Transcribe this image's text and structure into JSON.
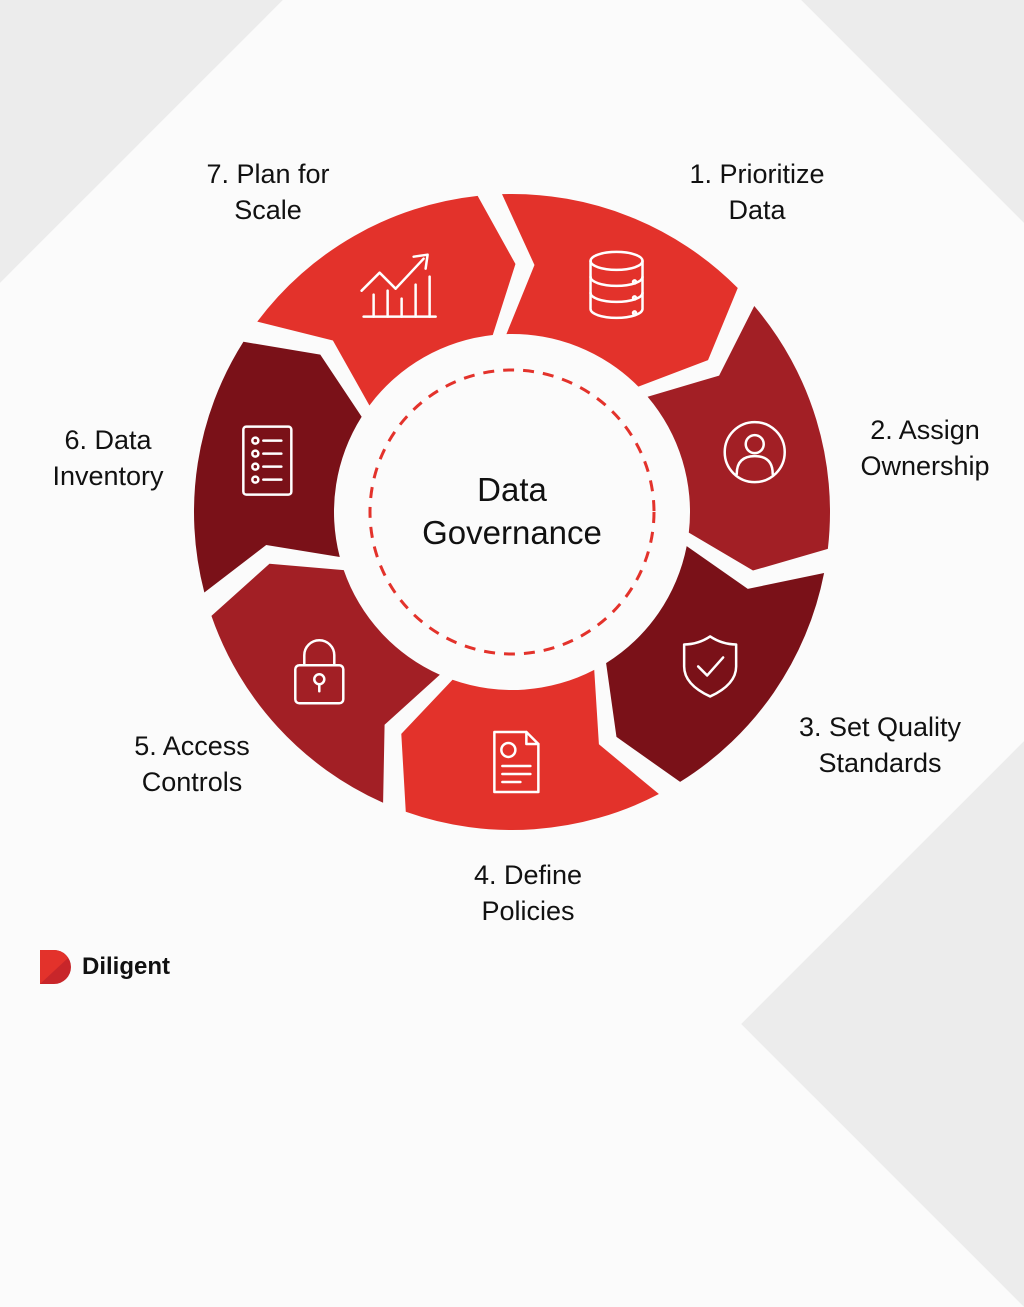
{
  "title": "Data Governance",
  "colors": {
    "bright": "#e3322b",
    "medium": "#a21f25",
    "dark": "#7a1118",
    "dashed": "#e3322b"
  },
  "steps": [
    {
      "label": "1. Prioritize Data",
      "line1": "1. Prioritize",
      "line2": "Data",
      "icon": "database-icon",
      "color": "bright"
    },
    {
      "label": "2. Assign Ownership",
      "line1": "2. Assign",
      "line2": "Ownership",
      "icon": "user-circle-icon",
      "color": "medium"
    },
    {
      "label": "3. Set Quality Standards",
      "line1": "3. Set Quality",
      "line2": "Standards",
      "icon": "shield-check-icon",
      "color": "dark"
    },
    {
      "label": "4. Define Policies",
      "line1": "4. Define",
      "line2": "Policies",
      "icon": "policy-document-icon",
      "color": "bright"
    },
    {
      "label": "5. Access Controls",
      "line1": "5. Access",
      "line2": "Controls",
      "icon": "padlock-icon",
      "color": "medium"
    },
    {
      "label": "6. Data Inventory",
      "line1": "6. Data",
      "line2": "Inventory",
      "icon": "checklist-icon",
      "color": "dark"
    },
    {
      "label": "7. Plan for Scale",
      "line1": "7. Plan for",
      "line2": "Scale",
      "icon": "growth-chart-icon",
      "color": "bright"
    }
  ],
  "center": {
    "line1": "Data",
    "line2": "Governance"
  },
  "logo": {
    "text": "Diligent"
  }
}
